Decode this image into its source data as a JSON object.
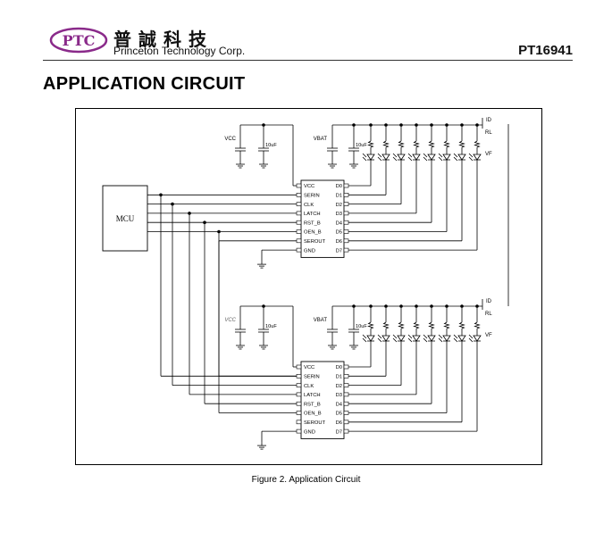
{
  "header": {
    "logo_text": "PTC",
    "company_cn": "普誠科技",
    "company_en": "Princeton Technology Corp.",
    "part_number": "PT16941"
  },
  "section_title": "APPLICATION CIRCUIT",
  "circuit": {
    "mcu_label": "MCU",
    "vcc_label": "VCC",
    "vbat_label": "VBAT",
    "cap_label": "10uF",
    "current_label": "ID",
    "resistor_label": "RL",
    "led_label": "VF",
    "pins_left": [
      "VCC",
      "SERIN",
      "CLK",
      "LATCH",
      "RST_B",
      "OEN_B",
      "SEROUT",
      "GND"
    ],
    "pins_right": [
      "D0",
      "D1",
      "D2",
      "D3",
      "D4",
      "D5",
      "D6",
      "D7"
    ]
  },
  "caption": "Figure 2. Application Circuit"
}
